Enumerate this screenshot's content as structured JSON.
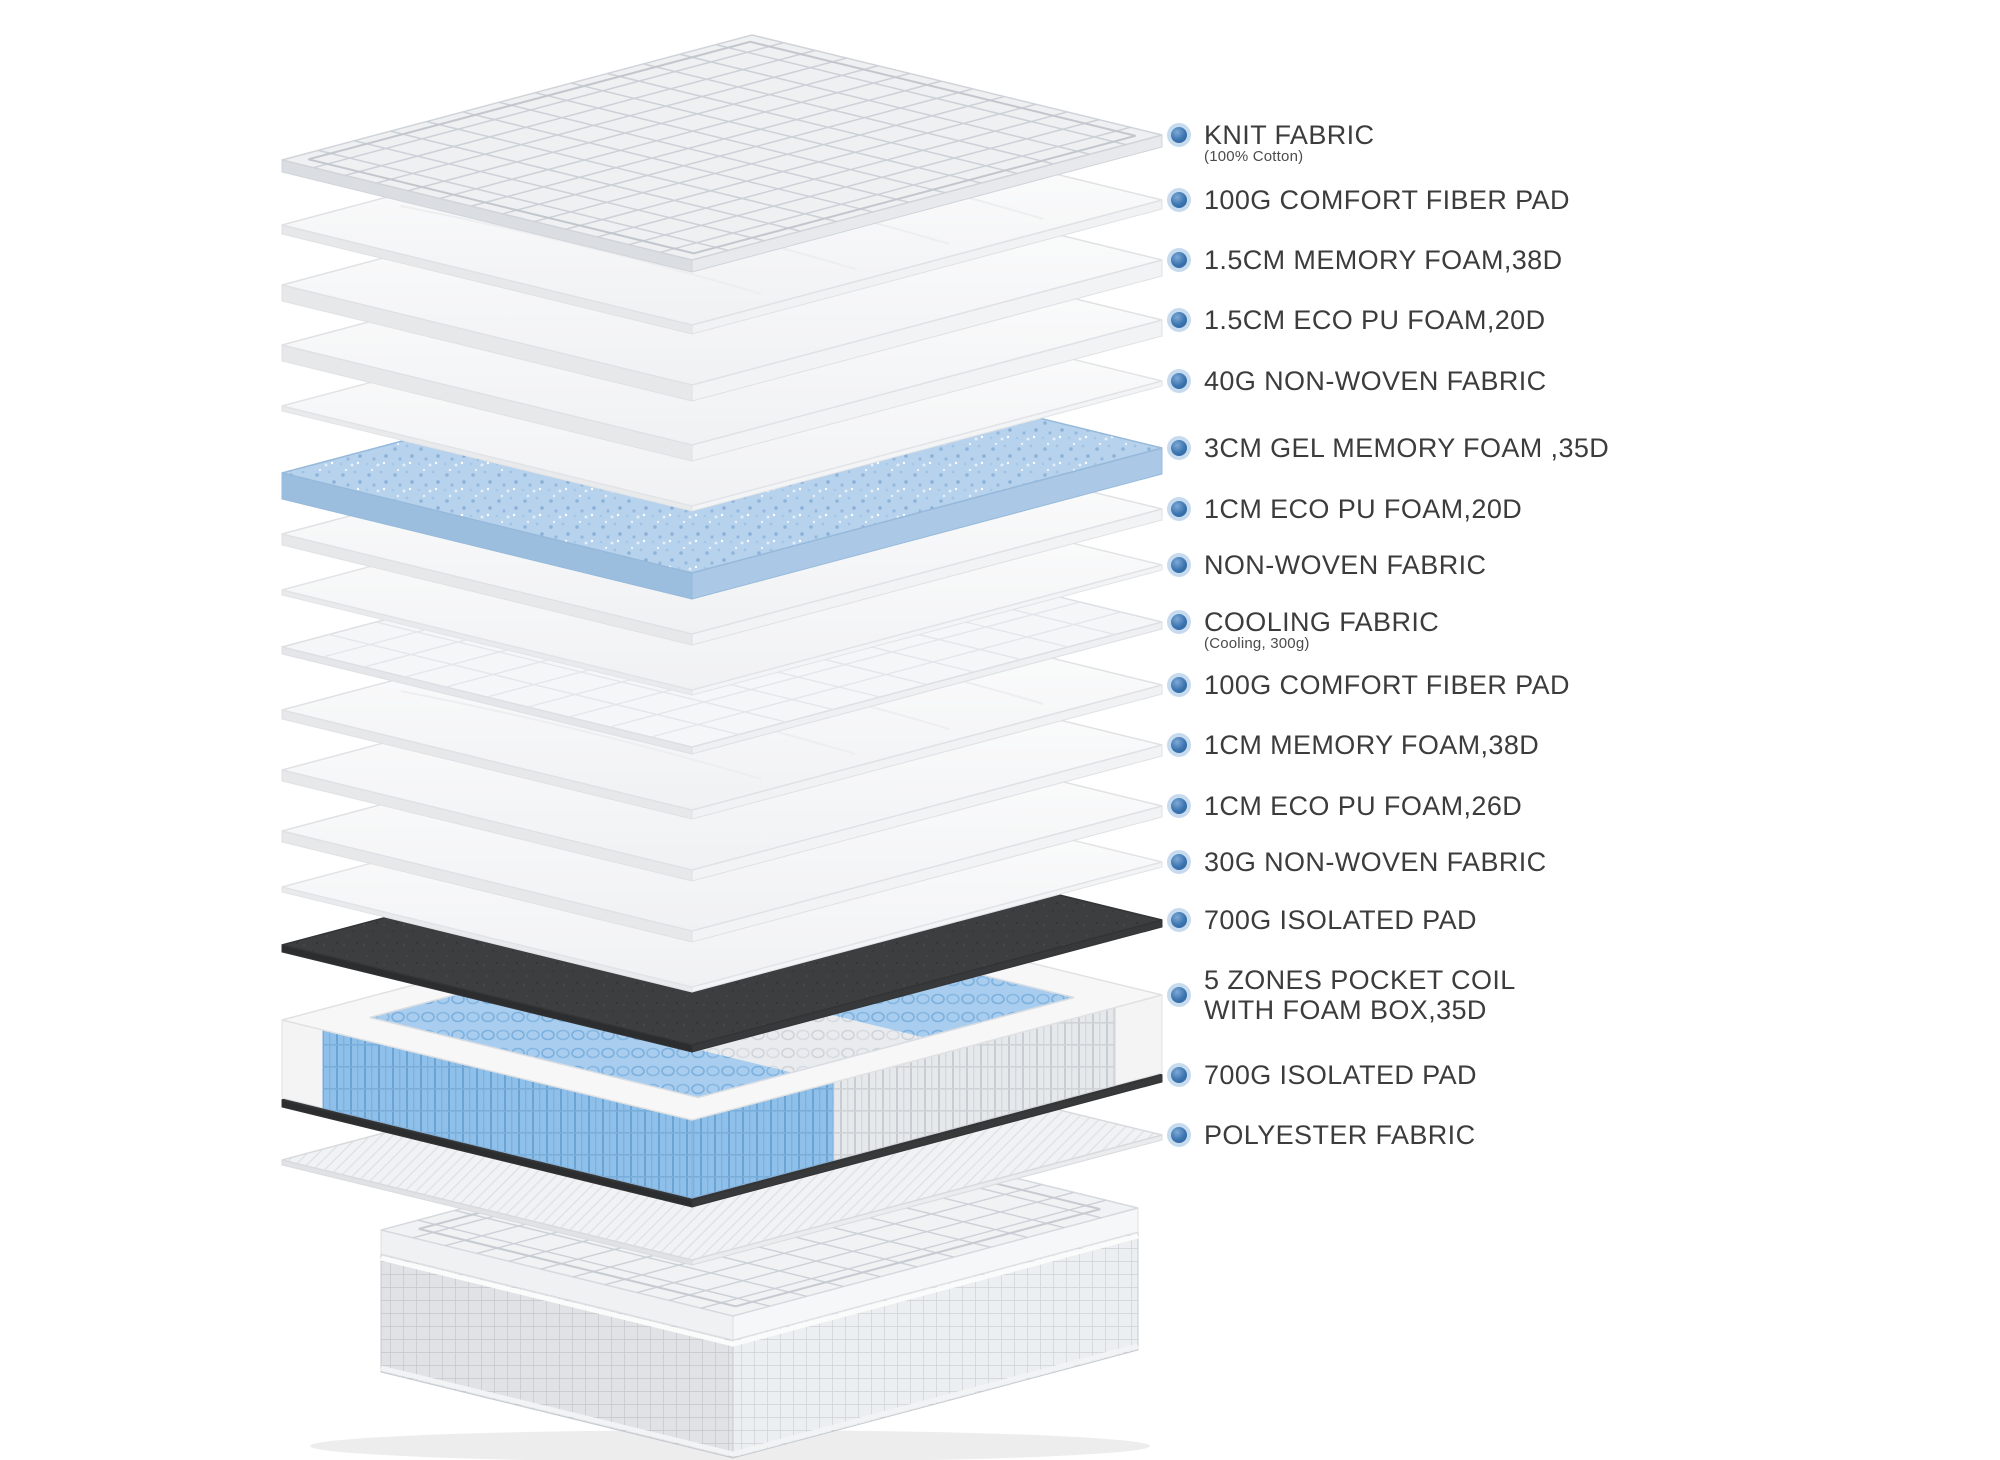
{
  "page": {
    "background": "#ffffff"
  },
  "legend": {
    "marker_ring_color": "#c7dbee",
    "marker_core_color": "#2e6aa8",
    "text_color": "#3c3c3c"
  },
  "layers": [
    {
      "label": "KNIT FABRIC",
      "sub": "(100% Cotton)",
      "type": "quilt",
      "thickness": 12
    },
    {
      "label": "100G COMFORT FIBER PAD",
      "type": "fiber",
      "thickness": 9
    },
    {
      "label": "1.5CM MEMORY FOAM,38D",
      "type": "foam",
      "thickness": 16
    },
    {
      "label": "1.5CM ECO PU FOAM,20D",
      "type": "foam",
      "thickness": 16
    },
    {
      "label": "40G NON-WOVEN FABRIC",
      "type": "thin",
      "thickness": 5
    },
    {
      "label": "3CM GEL MEMORY FOAM ,35D",
      "type": "gel",
      "thickness": 26
    },
    {
      "label": "1CM ECO PU FOAM,20D",
      "type": "foam",
      "thickness": 11
    },
    {
      "label": "NON-WOVEN FABRIC",
      "type": "thin",
      "thickness": 5
    },
    {
      "label": "COOLING FABRIC",
      "sub": "(Cooling, 300g)",
      "type": "cooling",
      "thickness": 7
    },
    {
      "label": "100G COMFORT FIBER PAD",
      "type": "fiber",
      "thickness": 9
    },
    {
      "label": "1CM MEMORY FOAM,38D",
      "type": "foam",
      "thickness": 11
    },
    {
      "label": "1CM ECO PU FOAM,26D",
      "type": "foam",
      "thickness": 11
    },
    {
      "label": "30G NON-WOVEN FABRIC",
      "type": "thin",
      "thickness": 5
    },
    {
      "label": "700G ISOLATED PAD",
      "type": "dark",
      "thickness": 7
    },
    {
      "label": "5 ZONES POCKET COIL",
      "label2": "WITH FOAM BOX,35D",
      "type": "coil",
      "thickness": 78
    },
    {
      "label": "700G ISOLATED PAD",
      "type": "dark",
      "thickness": 7
    },
    {
      "label": "POLYESTER FABRIC",
      "type": "mesh",
      "thickness": 5
    }
  ],
  "colors": {
    "gel_foam": "#b7d2ec",
    "coil_blue": "#8fc0ea",
    "isolated_pad": "#3d3e40"
  }
}
